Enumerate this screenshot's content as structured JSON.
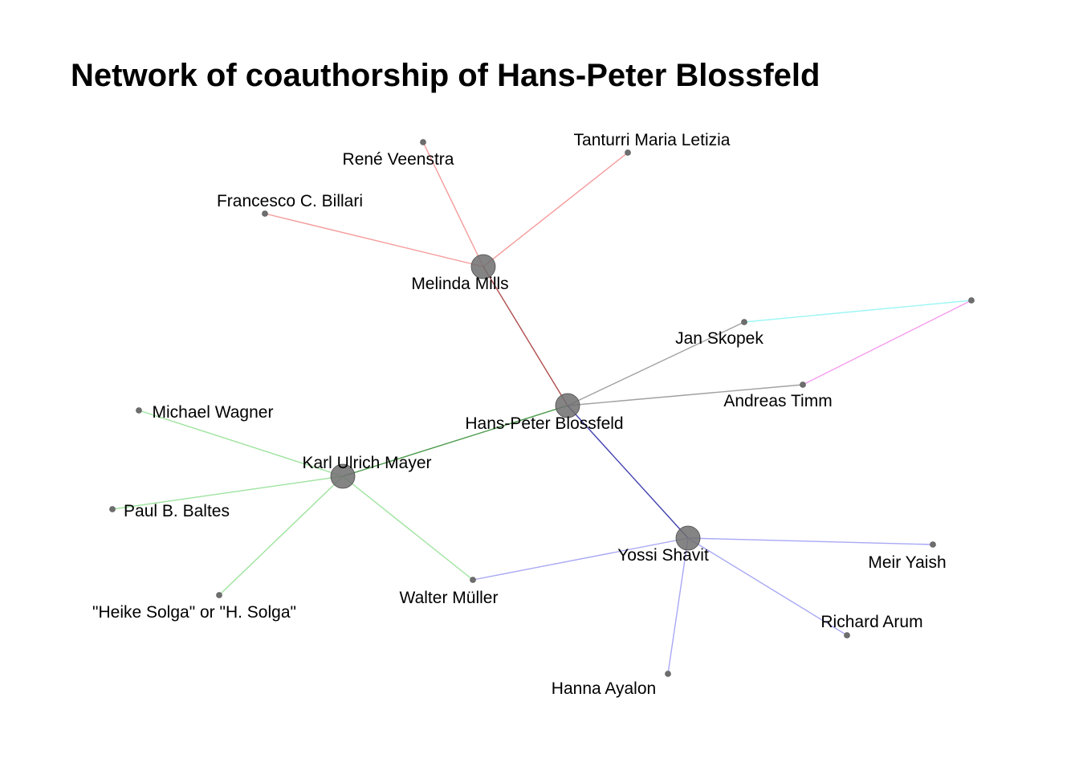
{
  "title": "Network of coauthorship of Hans-Peter Blossfeld",
  "nodes": [
    {
      "id": "blossfeld",
      "label": "Hans-Peter Blossfeld",
      "hub": true
    },
    {
      "id": "mills",
      "label": "Melinda Mills",
      "hub": true
    },
    {
      "id": "mayer",
      "label": "Karl Ulrich Mayer",
      "hub": true
    },
    {
      "id": "shavit",
      "label": "Yossi Shavit",
      "hub": true
    },
    {
      "id": "veenstra",
      "label": "René Veenstra",
      "hub": false
    },
    {
      "id": "tanturri",
      "label": "Tanturri Maria Letizia",
      "hub": false
    },
    {
      "id": "billari",
      "label": "Francesco C. Billari",
      "hub": false
    },
    {
      "id": "skopek",
      "label": "Jan Skopek",
      "hub": false
    },
    {
      "id": "timm",
      "label": "Andreas Timm",
      "hub": false
    },
    {
      "id": "unlabeled",
      "label": "",
      "hub": false
    },
    {
      "id": "wagner",
      "label": "Michael Wagner",
      "hub": false
    },
    {
      "id": "baltes",
      "label": "Paul B. Baltes",
      "hub": false
    },
    {
      "id": "solga",
      "label": "\"Heike Solga\" or \"H. Solga\"",
      "hub": false
    },
    {
      "id": "muller",
      "label": "Walter Müller",
      "hub": false
    },
    {
      "id": "yaish",
      "label": "Meir Yaish",
      "hub": false
    },
    {
      "id": "arum",
      "label": "Richard Arum",
      "hub": false
    },
    {
      "id": "ayalon",
      "label": "Hanna Ayalon",
      "hub": false
    }
  ],
  "edges": [
    {
      "source": "mills",
      "target": "veenstra",
      "color": "#f59a9a"
    },
    {
      "source": "mills",
      "target": "tanturri",
      "color": "#f59a9a"
    },
    {
      "source": "mills",
      "target": "billari",
      "color": "#f59a9a"
    },
    {
      "source": "mills",
      "target": "blossfeld",
      "color": "#b05050"
    },
    {
      "source": "blossfeld",
      "target": "skopek",
      "color": "#a0a0a0"
    },
    {
      "source": "blossfeld",
      "target": "timm",
      "color": "#a0a0a0"
    },
    {
      "source": "skopek",
      "target": "unlabeled",
      "color": "#9ef5f5"
    },
    {
      "source": "timm",
      "target": "unlabeled",
      "color": "#f59af0"
    },
    {
      "source": "blossfeld",
      "target": "mayer",
      "color": "#4a9a4a"
    },
    {
      "source": "mayer",
      "target": "wagner",
      "color": "#9ee39e"
    },
    {
      "source": "mayer",
      "target": "baltes",
      "color": "#9ee39e"
    },
    {
      "source": "mayer",
      "target": "solga",
      "color": "#9ee39e"
    },
    {
      "source": "mayer",
      "target": "muller",
      "color": "#9ee39e"
    },
    {
      "source": "blossfeld",
      "target": "shavit",
      "color": "#4040b0"
    },
    {
      "source": "shavit",
      "target": "muller",
      "color": "#a8a8f5"
    },
    {
      "source": "shavit",
      "target": "yaish",
      "color": "#a8a8f5"
    },
    {
      "source": "shavit",
      "target": "arum",
      "color": "#a8a8f5"
    },
    {
      "source": "shavit",
      "target": "ayalon",
      "color": "#a8a8f5"
    }
  ],
  "colors": {
    "node_fill": "#6e6e6e",
    "node_stroke": "#4a4a4a",
    "label": "#000000"
  }
}
